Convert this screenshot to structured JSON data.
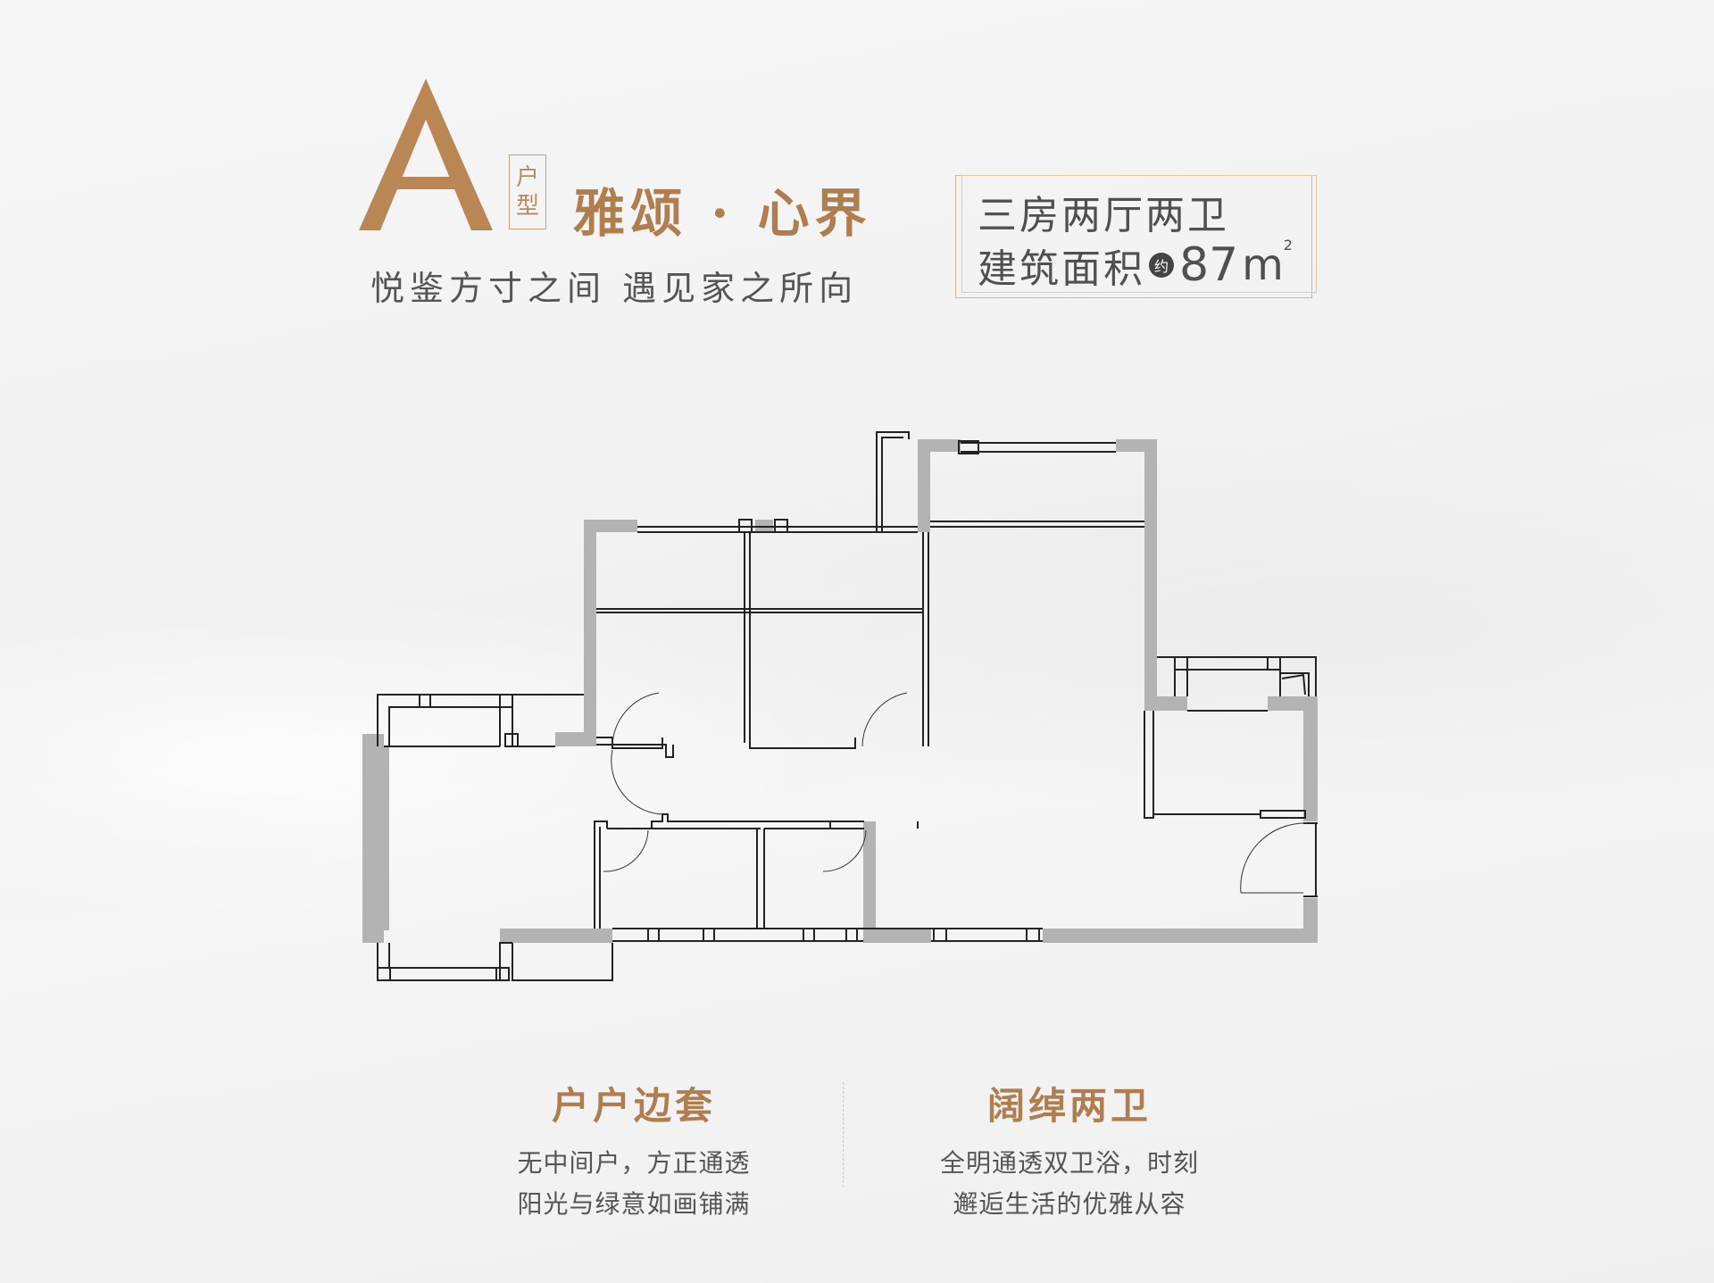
{
  "header": {
    "type_letter": "A",
    "type_tag_chars": [
      "户",
      "型"
    ],
    "title": "雅颂 · 心界",
    "subtitle": "悦鉴方寸之间 遇见家之所向"
  },
  "spec": {
    "layout": "三房两厅两卫",
    "area_label": "建筑面积",
    "approx_badge": "约",
    "area_value": "87",
    "area_unit": "m",
    "area_unit_sup": "2"
  },
  "features": [
    {
      "title": "户户边套",
      "lines": [
        "无中间户，方正通透",
        "阳光与绿意如画铺满"
      ]
    },
    {
      "title": "阔绰两卫",
      "lines": [
        "全明通透双卫浴，时刻",
        "邂逅生活的优雅从容"
      ]
    }
  ],
  "colors": {
    "accent_gold": "#b07d4f",
    "wall_gray": "#b3b3b3",
    "text_gray": "#505050",
    "background": "#f4f4f4"
  }
}
